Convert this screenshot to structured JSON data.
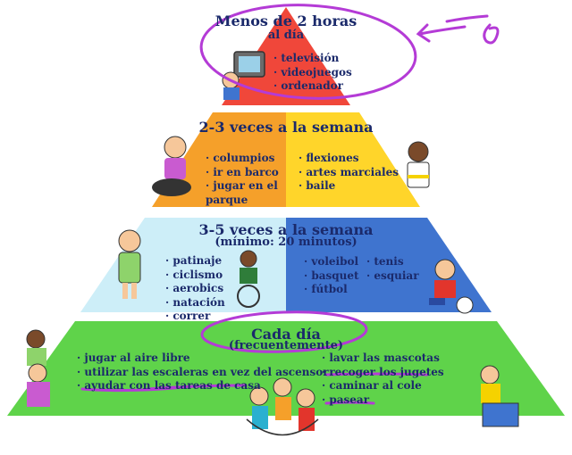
{
  "tiers": [
    {
      "title": "Menos de 2 horas",
      "subtitle": "al día",
      "items": [
        "televisión",
        "videojuegos",
        "ordenador"
      ],
      "color": "#f0473a"
    },
    {
      "title": "2-3 veces a la semana",
      "left_items": [
        "columpios",
        "ir en barco",
        "jugar en el parque"
      ],
      "right_items": [
        "flexiones",
        "artes marciales",
        "baile"
      ],
      "colors": [
        "#f5a02a",
        "#ffd52a"
      ]
    },
    {
      "title": "3-5 veces a la semana",
      "subtitle": "(mínimo: 20 minutos)",
      "left_items": [
        "patinaje",
        "ciclismo",
        "aerobics",
        "natación",
        "correr"
      ],
      "right_col1": [
        "voleibol",
        "basquet",
        "fútbol"
      ],
      "right_col2": [
        "tenis",
        "esquiar"
      ],
      "colors": [
        "#cdeef8",
        "#3f74cf"
      ]
    },
    {
      "title": "Cada día",
      "subtitle": "(frecuentemente)",
      "left_items": [
        "jugar al aire libre",
        "utilizar las escaleras en vez del ascensor",
        "ayudar con las tareas de casa"
      ],
      "right_items": [
        "lavar las mascotas",
        "recoger los jugetes",
        "caminar al cole",
        "pasear"
      ],
      "color": "#5fd34a"
    }
  ],
  "annotation_color": "#b43bd6"
}
